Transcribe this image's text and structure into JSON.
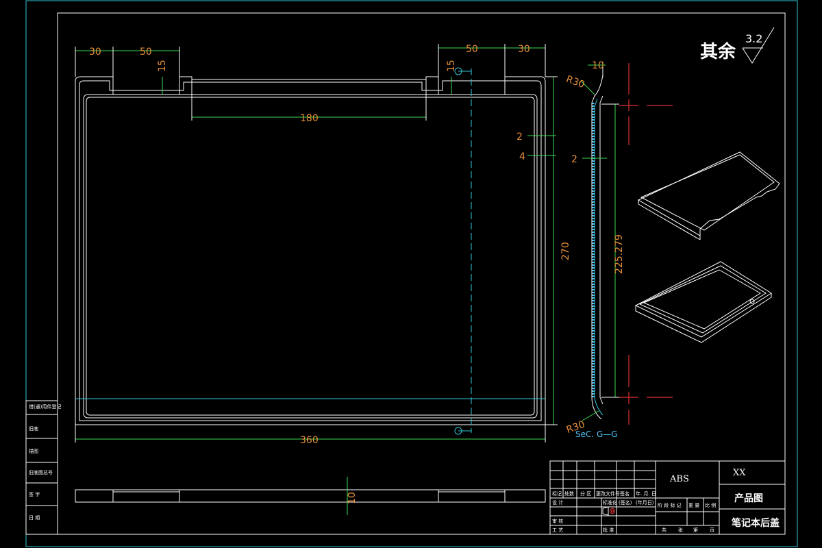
{
  "roughness": {
    "label": "其余",
    "value": "3.2"
  },
  "dims": {
    "top_left_30": "30",
    "top_left_50": "50",
    "top_right_50": "50",
    "top_right_30": "30",
    "left_15": "15",
    "right_15": "15",
    "inner_180": "180",
    "side_10": "10",
    "side_r30_top": "R30",
    "side_r30_bottom": "R30",
    "gap_2a": "2",
    "gap_4": "4",
    "gap_2b": "2",
    "height_270": "270",
    "height_225": "225.279",
    "width_360": "360",
    "thick_10": "10"
  },
  "section_label": "SeC. G—G",
  "left_stamps": [
    "借(通)用件登记",
    "旧底",
    "描图",
    "旧底图总号",
    "签 字",
    "日 期"
  ],
  "title_block": {
    "material": "ABS",
    "company": "XX",
    "drawing_type": "产品图",
    "part_name": "笔记本后盖",
    "header_cells": [
      "标记",
      "处数",
      "分 区",
      "更改文件号",
      "签名",
      "年. 月. 日"
    ],
    "row_design": "设 计",
    "row_std": "标准化",
    "row_std_sign": "(签名)",
    "row_std_date": "(年月日)",
    "row_review": "审 核",
    "row_process": "工 艺",
    "row_approve": "批 准",
    "stage_cells": [
      "阶 段 标 记",
      "重 量",
      "比 例"
    ],
    "sheet_cells": [
      "共",
      "张",
      "第",
      "页"
    ]
  }
}
